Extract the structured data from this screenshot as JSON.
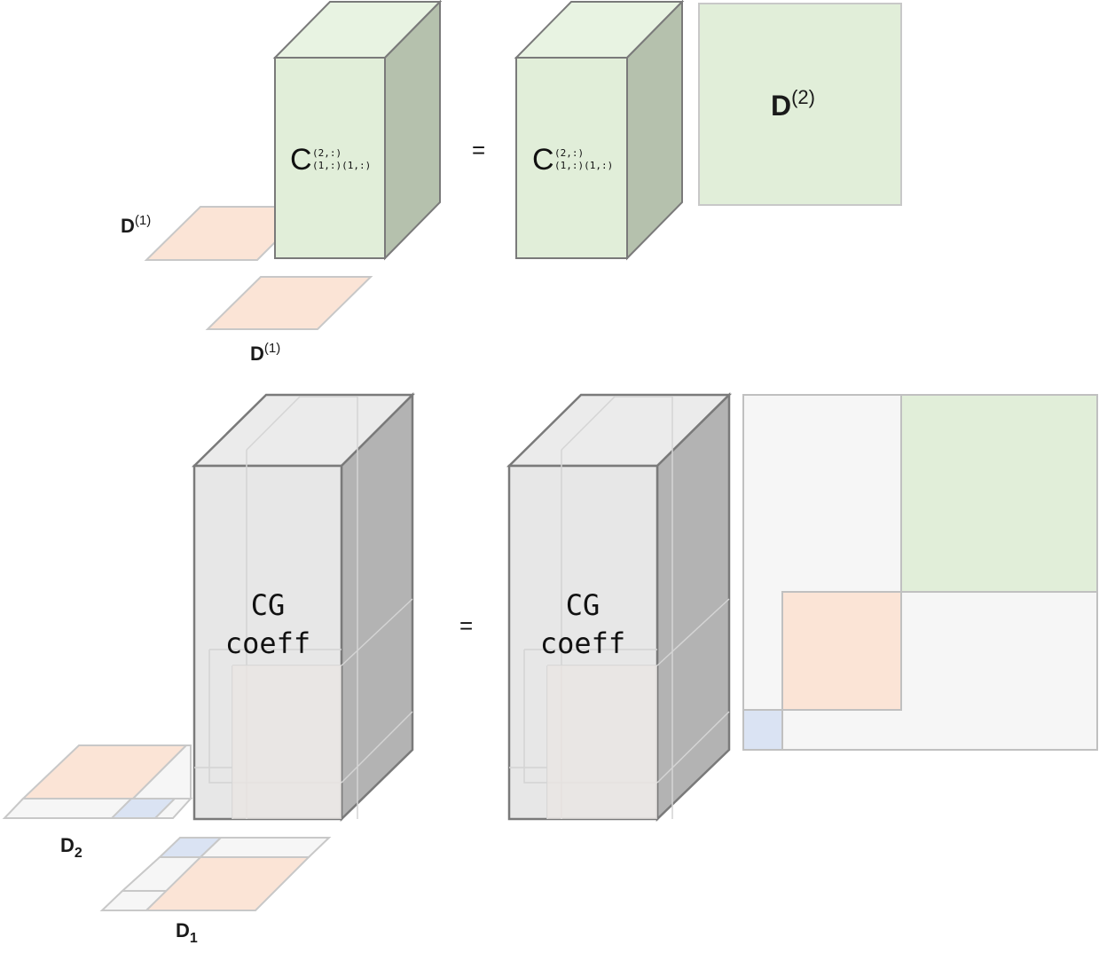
{
  "top": {
    "tensor_left": {
      "base": "C",
      "sup": "(2,:)",
      "sub": "(1,:)(1,:)"
    },
    "equals": "=",
    "tensor_right": {
      "base": "C",
      "sup": "(2,:)",
      "sub": "(1,:)(1,:)"
    },
    "d_matrix": {
      "base": "D",
      "sup": "(2)"
    },
    "d_left_label": {
      "base": "D",
      "sup": "(1)"
    },
    "d_bottom_label": {
      "base": "D",
      "sup": "(1)"
    }
  },
  "bottom": {
    "tensor_left": {
      "line1": "CG",
      "line2": "coeff"
    },
    "equals": "=",
    "tensor_right": {
      "line1": "CG",
      "line2": "coeff"
    },
    "d2_label": {
      "base": "D",
      "sub": "2"
    },
    "d1_label": {
      "base": "D",
      "sub": "1"
    }
  },
  "colors": {
    "green": "#e1eed9",
    "green_side": "#b5c1ad",
    "green_top": "#e8f3e2",
    "orange": "#fbe4d6",
    "blue": "#dae3f3",
    "gray_face": "#e7e7e7",
    "gray_side": "#b3b3b3",
    "gray_top": "#ebebeb",
    "light": "#f6f6f6",
    "outline": "#bfbfbf",
    "dark_outline": "#7a7a7a"
  }
}
